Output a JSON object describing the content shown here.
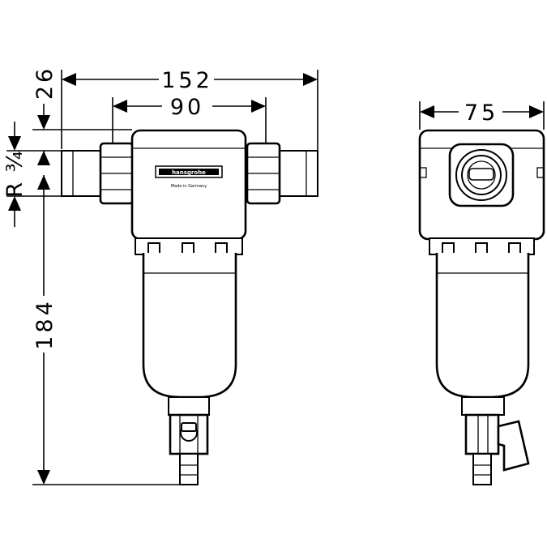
{
  "dimensions": {
    "overall_width": "152",
    "connection_spacing": "90",
    "top_offset": "26",
    "thread_size": "R ¾",
    "height": "184",
    "side_width": "75"
  },
  "labels": {
    "brand": "hansgrohe",
    "origin": "Made in Germany"
  }
}
